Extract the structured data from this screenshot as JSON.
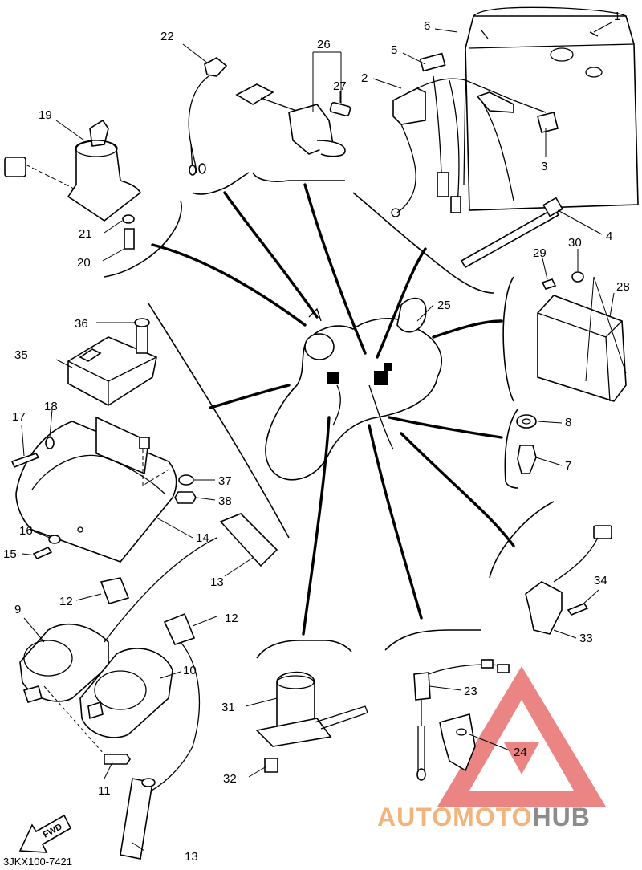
{
  "diagram_code": "3JKX100-7421",
  "brand": {
    "part1": "AUTO",
    "part2": "MOTO",
    "part3": "HUB",
    "color_light": "#f2b47a",
    "color_dark": "#8c8c8c",
    "triangle_color": "#e8706f"
  },
  "fwd_label": "FWD",
  "callouts": [
    "1",
    "2",
    "3",
    "4",
    "5",
    "6",
    "7",
    "8",
    "9",
    "10",
    "11",
    "12",
    "12",
    "13",
    "13",
    "14",
    "15",
    "16",
    "17",
    "18",
    "19",
    "20",
    "21",
    "22",
    "23",
    "24",
    "25",
    "26",
    "27",
    "28",
    "29",
    "30",
    "31",
    "32",
    "33",
    "34",
    "35",
    "36",
    "37",
    "38"
  ]
}
